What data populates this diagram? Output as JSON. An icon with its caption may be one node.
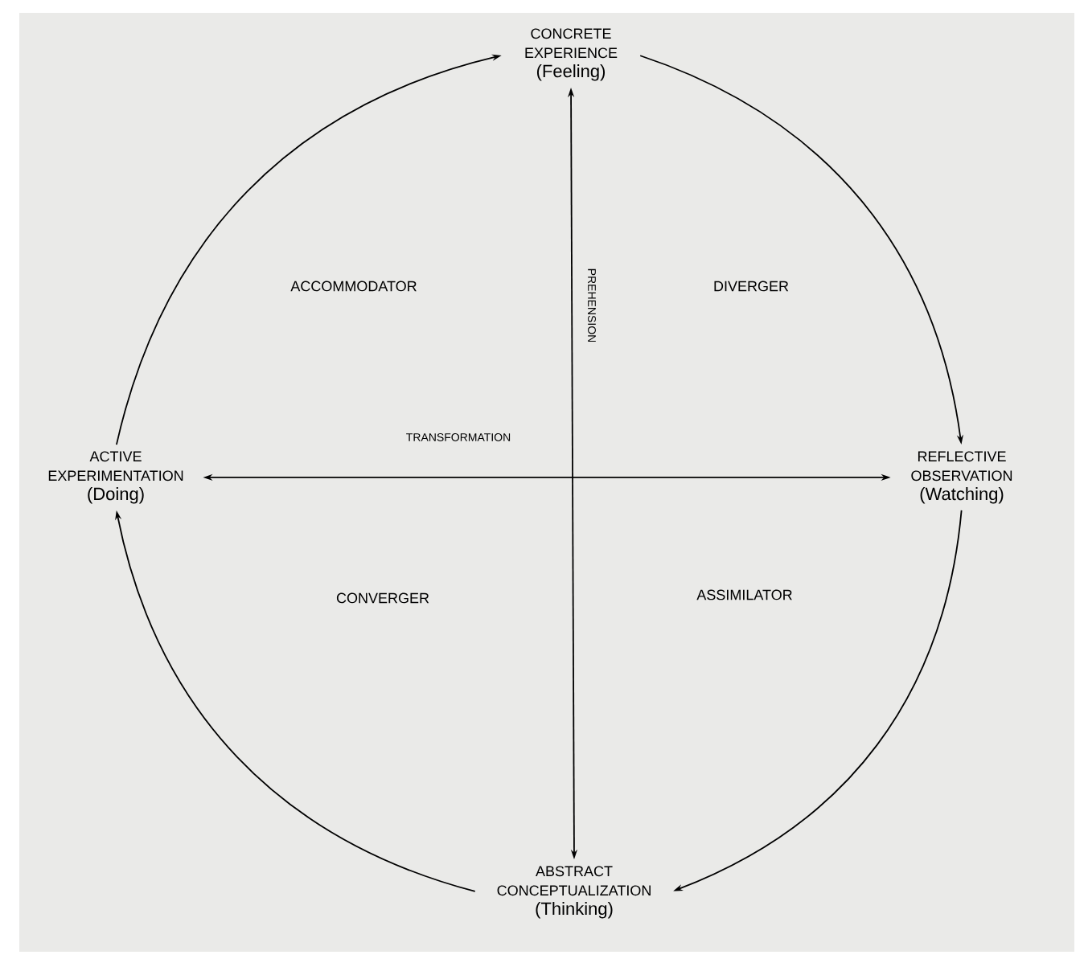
{
  "diagram": {
    "nodes": [
      {
        "text": [
          "CONCRETE EXPERIENCE",
          "(Feeling)"
        ]
      },
      {
        "text": [
          "ACTIVE EXPERIMENTATION",
          "(Doing)"
        ]
      },
      {
        "text": [
          "REFLECTIVE OBSERVATION",
          "(Watching)"
        ]
      },
      {
        "text": [
          "ABSTRACT CONCEPTUALIZATION",
          "(Thinking)"
        ]
      }
    ],
    "edges": [
      {
        "from": 0,
        "to": 2,
        "arrow": "to"
      },
      {
        "from": 2,
        "to": 3,
        "arrow": "to"
      },
      {
        "from": 3,
        "to": 1,
        "arrow": "to"
      },
      {
        "from": 1,
        "to": 0,
        "arrow": "to"
      },
      {
        "from": 0,
        "to": 3,
        "arrow": "both",
        "label": "PREHENSION"
      },
      {
        "from": 1,
        "to": 2,
        "arrow": "both",
        "label": "TRANSFORMATION"
      }
    ],
    "labels": [
      "ACCOMMODATOR",
      "DIVERGER",
      "CONVERGER",
      "ASSIMILATOR"
    ]
  }
}
